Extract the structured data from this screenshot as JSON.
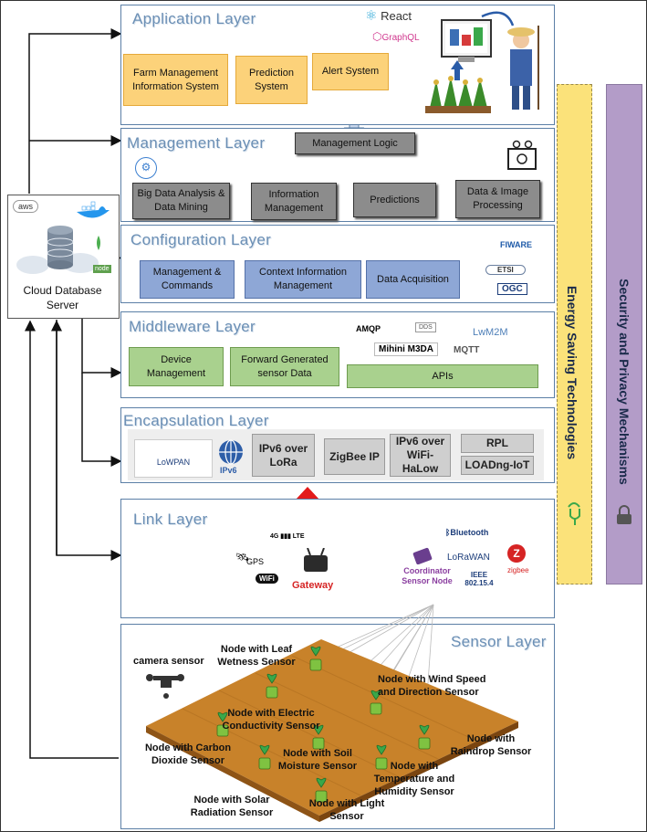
{
  "layers": {
    "application": "Application Layer",
    "management": "Management Layer",
    "configuration": "Configuration Layer",
    "middleware": "Middleware Layer",
    "encapsulation": "Encapsulation Layer",
    "link": "Link Layer",
    "sensor": "Sensor Layer"
  },
  "application": {
    "boxes": [
      "Farm Management Information System",
      "Prediction System",
      "Alert System"
    ],
    "logos": [
      "React",
      "GraphQL"
    ]
  },
  "management": {
    "logic": "Management Logic",
    "boxes": [
      "Big Data Analysis & Data Mining",
      "Information Management",
      "Predictions",
      "Data & Image Processing"
    ]
  },
  "configuration": {
    "boxes": [
      "Management & Commands",
      "Context Information Management",
      "Data Acquisition"
    ],
    "logos": [
      "FIWARE",
      "ETSI",
      "OGC"
    ]
  },
  "middleware": {
    "boxes": [
      "Device Management",
      "Forward Generated sensor Data",
      "APIs"
    ],
    "logos": [
      "AMQP",
      "DDS",
      "LwM2M",
      "Mihini M3DA",
      "MQTT"
    ]
  },
  "encapsulation": {
    "logos": [
      "LoWPAN",
      "IPv6"
    ],
    "boxes": [
      "IPv6 over LoRa",
      "ZigBee IP",
      "IPv6 over WiFi-HaLow",
      "RPL",
      "LOADng-IoT"
    ]
  },
  "link": {
    "gateway": "Gateway",
    "coordinator": "Coordinator Sensor Node",
    "gateway_tech": [
      "4G",
      "LTE",
      "GPS",
      "WiFi"
    ],
    "coordinator_tech": [
      "Bluetooth",
      "LoRaWAN",
      "zigbee",
      "IEEE 802.15.4"
    ]
  },
  "sensor": {
    "labels": [
      "camera sensor",
      "Node with Leaf Wetness Sensor",
      "Node with Wind Speed and Direction Sensor",
      "Node with Electric Conductivity Sensor",
      "Node with Carbon Dioxide Sensor",
      "Node with Soil Moisture Sensor",
      "Node with Raindrop Sensor",
      "Node with Temperature and Humidity Sensor",
      "Node with Solar Radiation Sensor",
      "Node with Light Sensor"
    ]
  },
  "cloud": {
    "label": "Cloud Database Server",
    "logos": [
      "aws",
      "node"
    ]
  },
  "side": {
    "energy": "Energy Saving Technologies",
    "security": "Security and Privacy Mechanisms"
  },
  "colors": {
    "orange": "#fcd27a",
    "gray": "#8c8c8c",
    "blue": "#8ea7d6",
    "green": "#a9d18e",
    "energy_bar": "#fbe27a",
    "security_bar": "#b39cc8"
  }
}
